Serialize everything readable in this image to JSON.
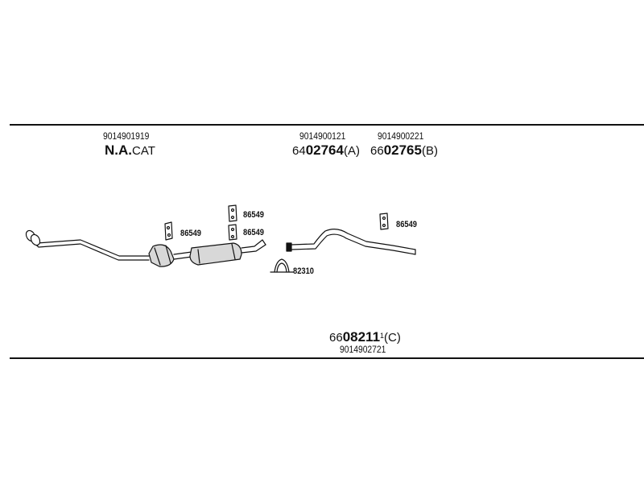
{
  "headers": [
    {
      "number": "9014901919",
      "code_prefix": "",
      "code_main": "N.A.",
      "code_suffix": "CAT"
    },
    {
      "number": "9014900121",
      "code_prefix": "64",
      "code_main": "02764",
      "code_suffix": "(A)"
    },
    {
      "number": "9014900221",
      "code_prefix": "66",
      "code_main": "02765",
      "code_suffix": "(B)"
    }
  ],
  "footer": {
    "number": "9014902721",
    "code_prefix": "66",
    "code_main": "08211",
    "code_sup": "1",
    "code_suffix": "(C)"
  },
  "parts": {
    "hanger_left": "86549",
    "hanger_mid_top": "86549",
    "hanger_mid_bottom": "86549",
    "hanger_right": "86549",
    "clamp": "82310"
  },
  "colors": {
    "line": "#111111",
    "part_fill": "#d8d8d8"
  }
}
